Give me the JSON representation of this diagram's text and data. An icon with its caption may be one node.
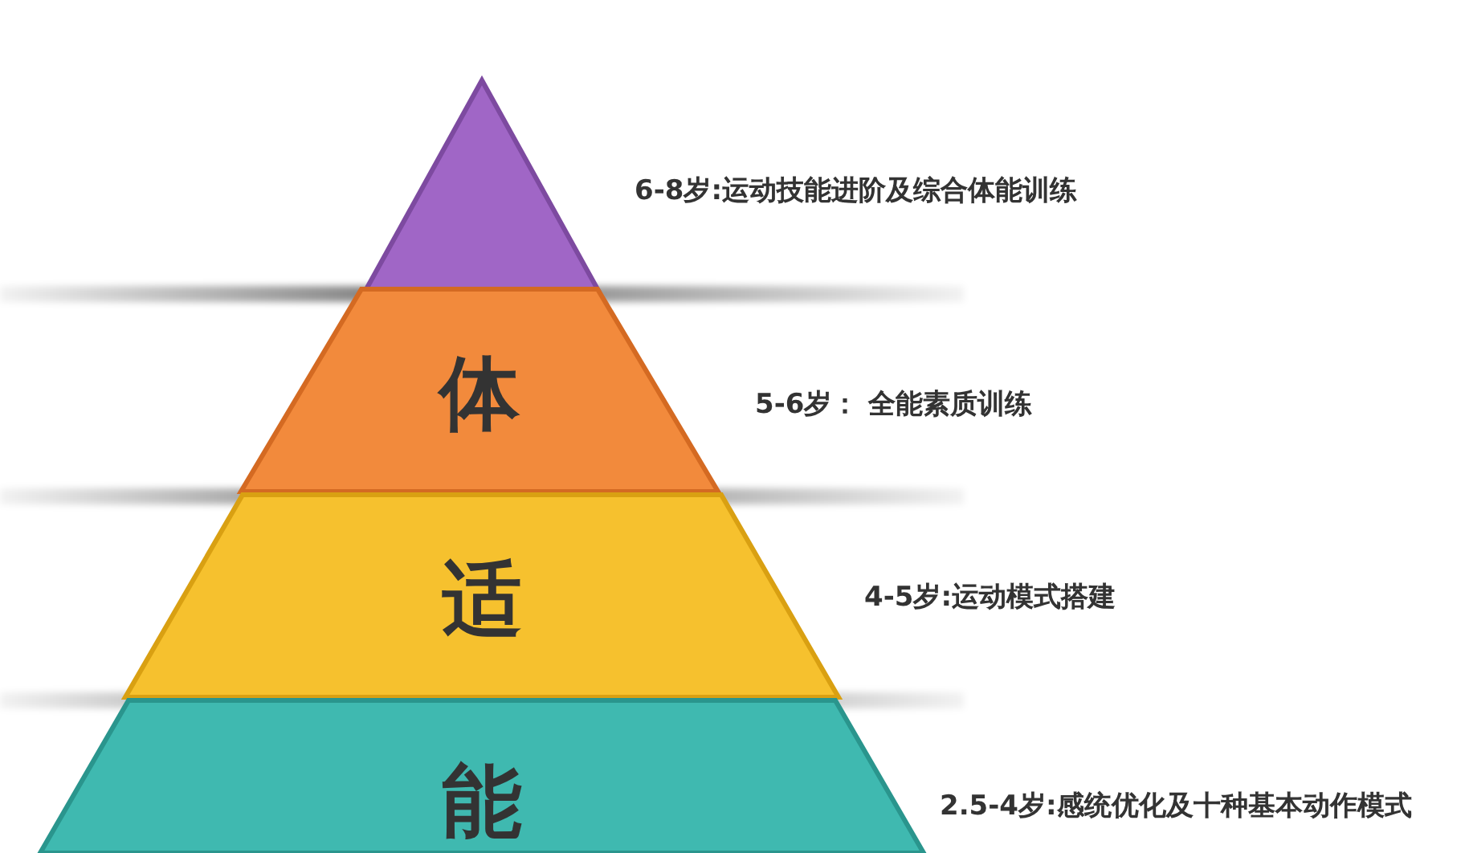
{
  "diagram": {
    "nodes": [
      {
        "text": [],
        "shape": "triangle",
        "beside": [
          "6-8岁:运动技能进阶及综合体能训练"
        ]
      },
      {
        "text": [
          "体"
        ],
        "beside": [
          "5-6岁： 全能素质训练"
        ]
      },
      {
        "text": [
          "适"
        ],
        "beside": [
          "4-5岁:运动模式搭建"
        ]
      },
      {
        "text": [
          "能"
        ],
        "beside": [
          "2.5-4岁:感统优化及十种基本动作模式"
        ]
      }
    ]
  }
}
